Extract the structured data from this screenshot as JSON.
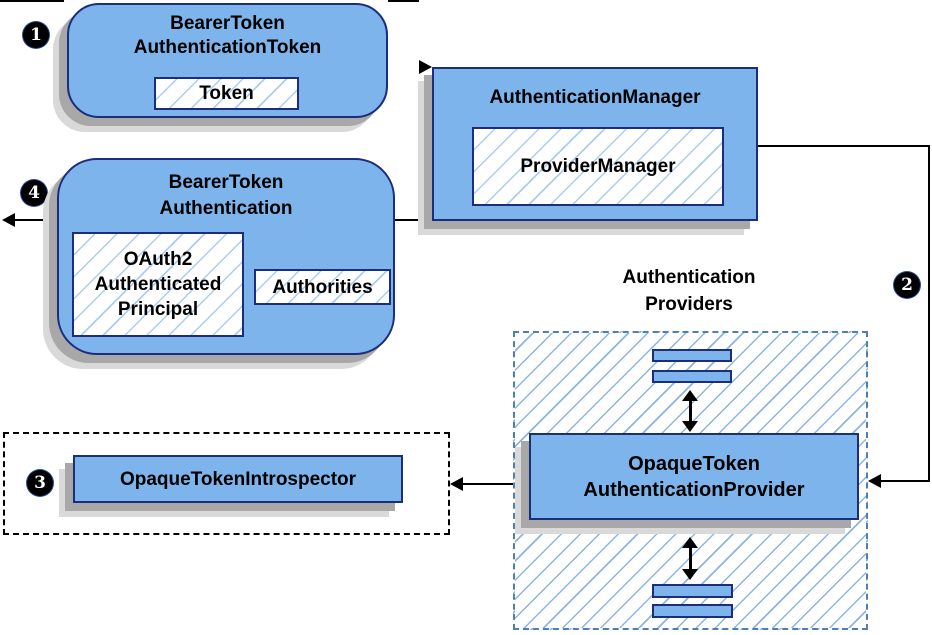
{
  "diagram": {
    "badges": [
      "1",
      "2",
      "3",
      "4"
    ],
    "bearer_token_authentication_token": {
      "title_line1": "BearerToken",
      "title_line2": "AuthenticationToken",
      "token_label": "Token"
    },
    "authentication_manager": {
      "title": "AuthenticationManager",
      "provider_manager_label": "ProviderManager"
    },
    "bearer_token_authentication": {
      "title_line1": "BearerToken",
      "title_line2": "Authentication",
      "principal_line1": "OAuth2",
      "principal_line2": "Authenticated",
      "principal_line3": "Principal",
      "authorities_label": "Authorities"
    },
    "authentication_providers": {
      "heading_line1": "Authentication",
      "heading_line2": "Providers",
      "provider_line1": "OpaqueToken",
      "provider_line2": "AuthenticationProvider"
    },
    "opaque_token_introspector": {
      "label": "OpaqueTokenIntrospector"
    }
  },
  "colors": {
    "box_fill": "#7db4ec",
    "box_border": "#1c2d7c",
    "hatch_line": "#abcdf2",
    "container_hatch": "#8ab6e4",
    "dashed_border": "#4d7fb5",
    "shadow_dark": "#a8a8a8",
    "shadow_light": "#d9d9d9",
    "arrow": "#000000",
    "badge_bg": "#000000",
    "badge_text": "#ffffff"
  }
}
